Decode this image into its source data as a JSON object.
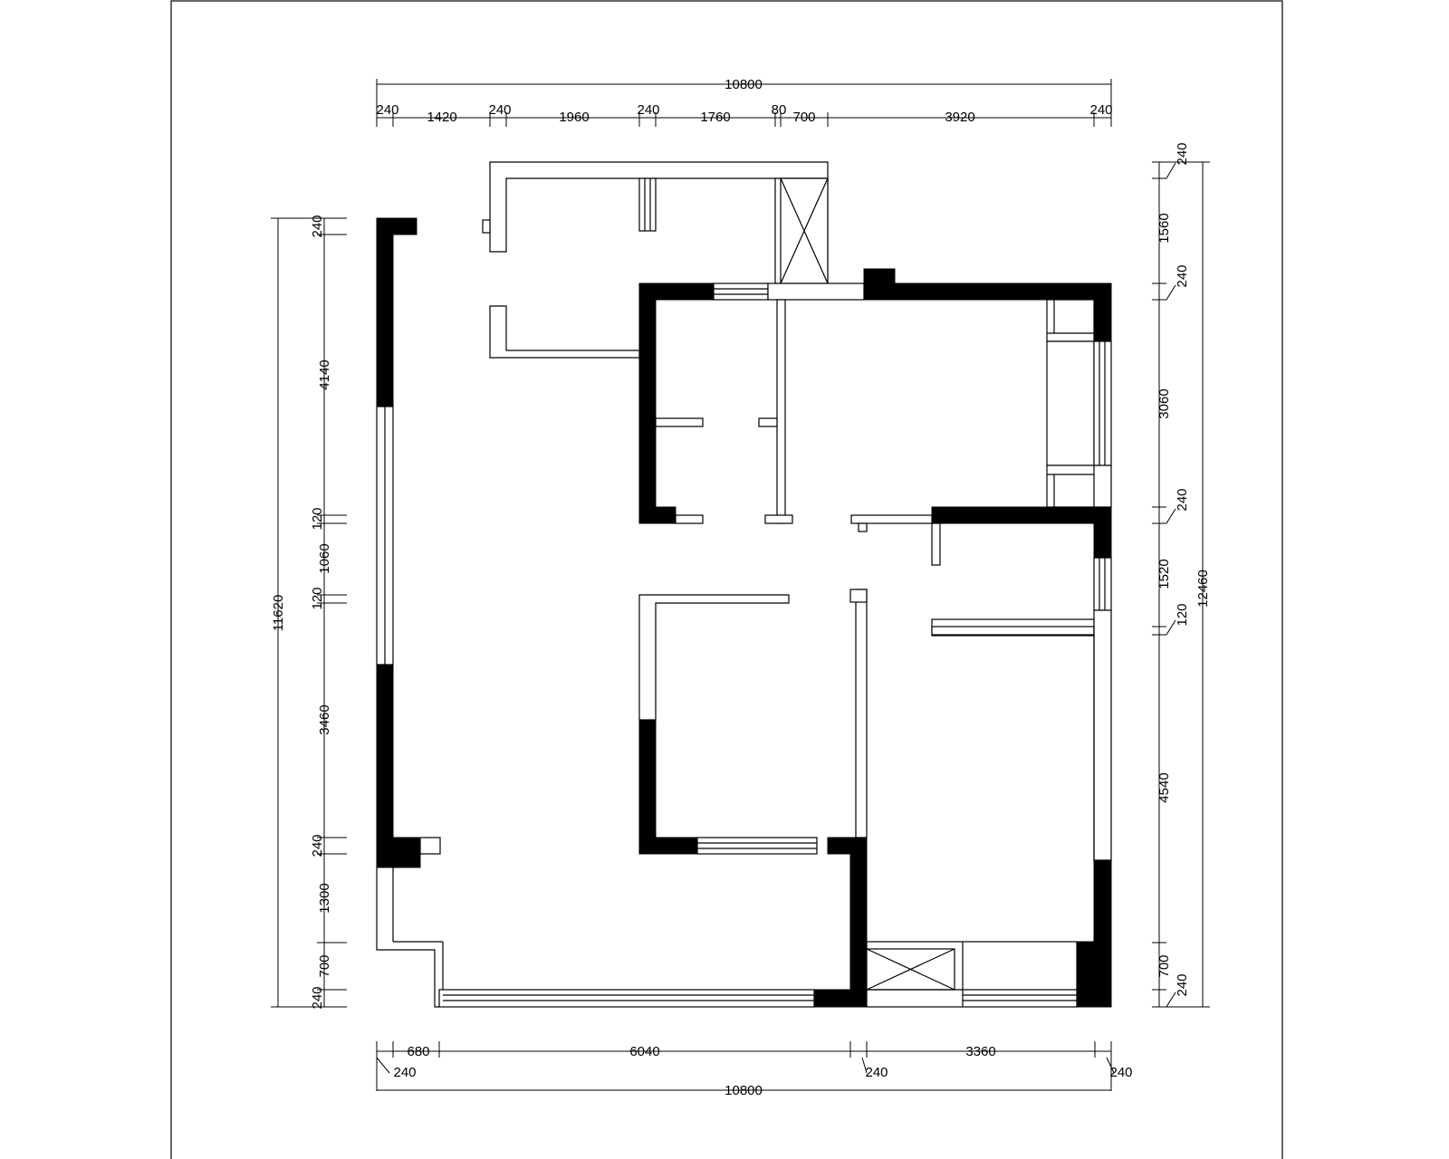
{
  "dimensions": {
    "top_total": "10800",
    "top_segments": [
      "240",
      "1420",
      "240",
      "1960",
      "240",
      "1760",
      "80",
      "700",
      "3920",
      "240"
    ],
    "bottom_segments": [
      "680",
      "6040",
      "3360"
    ],
    "bottom_offsets": [
      "240",
      "240",
      "240"
    ],
    "bottom_total": "10800",
    "left_total": "11620",
    "left_segments": [
      "240",
      "4140",
      "120",
      "1060",
      "120",
      "3460",
      "240",
      "1300",
      "700",
      "240"
    ],
    "right_total": "12460",
    "right_segments": [
      "240",
      "1560",
      "240",
      "3060",
      "240",
      "1520",
      "120",
      "4540",
      "700",
      "240"
    ]
  },
  "colors": {
    "wall": "#000000",
    "line": "#000000",
    "background": "#ffffff"
  }
}
